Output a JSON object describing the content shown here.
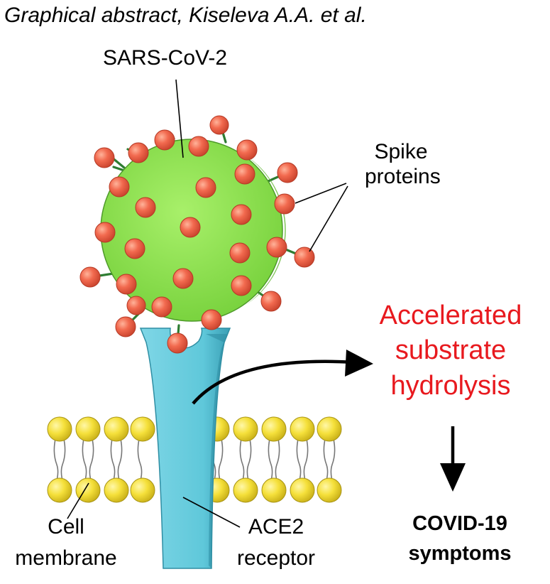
{
  "header": {
    "title": "Graphical abstract, Kiseleva A.A. et al."
  },
  "labels": {
    "virus": "SARS-CoV-2",
    "spike_line1": "Spike",
    "spike_line2": "proteins",
    "result_line1": "Accelerated",
    "result_line2": "substrate",
    "result_line3": "hydrolysis",
    "symptom_line1": "COVID-19",
    "symptom_line2": "symptoms",
    "membrane_line1": "Cell",
    "membrane_line2": "membrane",
    "receptor_line1": "ACE2",
    "receptor_line2": "receptor"
  },
  "colors": {
    "virus_body": "#8fe34f",
    "virus_rim": "#5fb52f",
    "spike_ball": "#f26a4f",
    "spike_stalk": "#2e7d32",
    "receptor": "#5fc8da",
    "receptor_dark": "#3a9fb5",
    "lipid_head": "#f5e03a",
    "result_text": "#e8191e",
    "arrow": "#000000"
  }
}
